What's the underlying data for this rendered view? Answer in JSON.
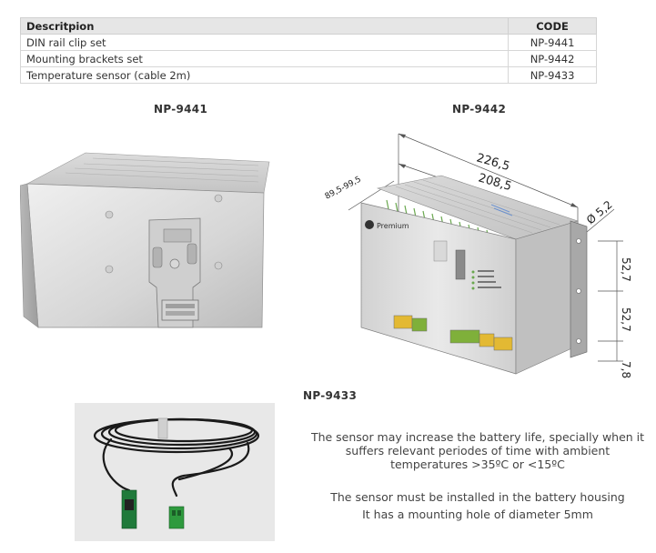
{
  "table": {
    "headers": [
      "Descritpion",
      "CODE"
    ],
    "rows": [
      {
        "description": "DIN rail clip set",
        "code": "NP-9441"
      },
      {
        "description": "Mounting brackets set",
        "code": "NP-9442"
      },
      {
        "description": "Temperature sensor (cable 2m)",
        "code": "NP-9433"
      }
    ]
  },
  "captions": {
    "din_clip": "NP-9441",
    "brackets": "NP-9442",
    "sensor": "NP-9433"
  },
  "drawing": {
    "dim_total_width": "226,5",
    "dim_inner_width": "208,5",
    "dim_depth": "89,5-99,5",
    "dim_hole": "Ø 5,2",
    "dim_v1": "52,7",
    "dim_v2": "52,7",
    "dim_v3": "7,8",
    "brand": "Premium"
  },
  "description": {
    "paragraph_1": "The sensor may increase the battery life, specially when it suffers relevant periodes of time with ambient temperatures >35ºC or <15ºC",
    "line_2": "The sensor must be installed in the battery housing",
    "line_3": "It has a mounting hole of diameter 5mm"
  },
  "colors": {
    "header_bg": "#e6e6e6",
    "terminal_green": "#7fb03a",
    "terminal_yellow": "#e3b933",
    "pcb_green": "#1f7a3a"
  }
}
